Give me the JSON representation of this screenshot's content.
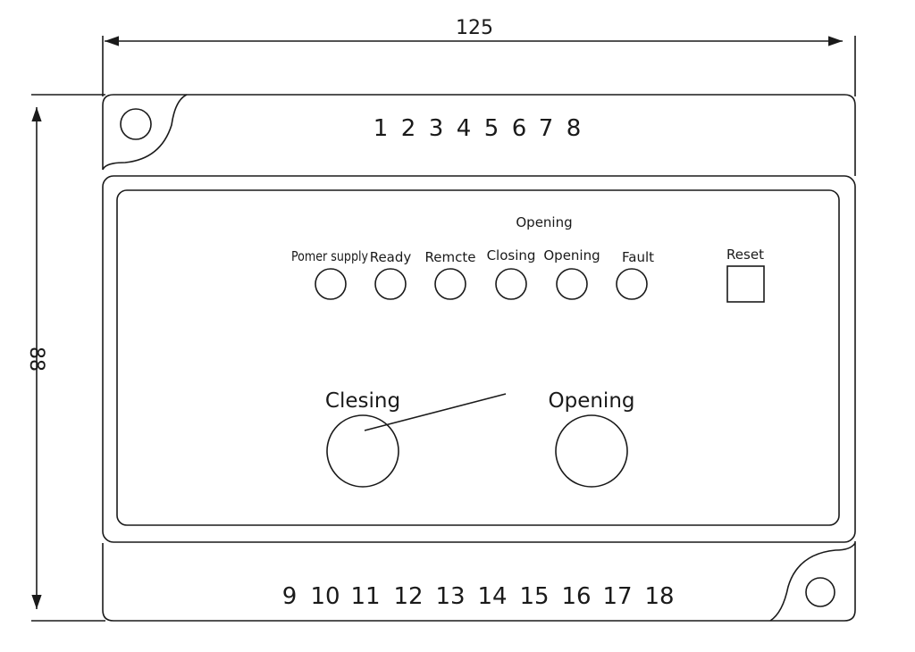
{
  "dimensions": {
    "width": "125",
    "height": "88"
  },
  "terminals": {
    "top": [
      "1",
      "2",
      "3",
      "4",
      "5",
      "6",
      "7",
      "8"
    ],
    "bottom": [
      "9",
      "10",
      "11",
      "12",
      "13",
      "14",
      "15",
      "16",
      "17",
      "18"
    ]
  },
  "panel": {
    "header_label": "Opening",
    "indicators": [
      "Pomer supply",
      "Ready",
      "Remcte",
      "Closing",
      "Opening",
      "Fault"
    ],
    "reset_label": "Reset",
    "buttons": {
      "closing_label": "Clesing",
      "opening_label": "Opening"
    }
  }
}
